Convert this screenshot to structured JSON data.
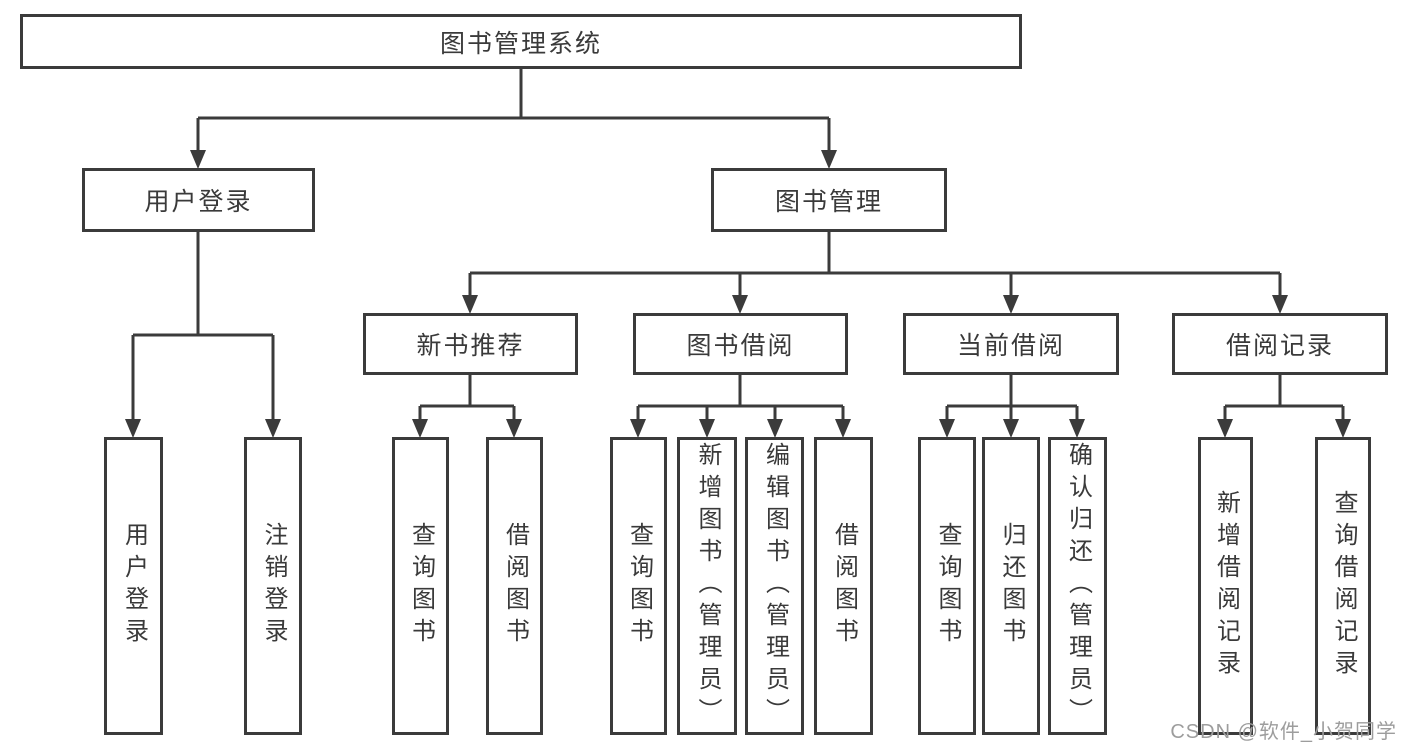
{
  "colors": {
    "background": "#ffffff",
    "line": "#3b3b3b",
    "text": "#3a3a3a",
    "watermark": "#9d9d9d"
  },
  "root": {
    "label": "图书管理系统"
  },
  "level2": [
    {
      "label": "用户登录"
    },
    {
      "label": "图书管理"
    }
  ],
  "level3": [
    {
      "label": "新书推荐"
    },
    {
      "label": "图书借阅"
    },
    {
      "label": "当前借阅"
    },
    {
      "label": "借阅记录"
    }
  ],
  "leaves": {
    "login": [
      "用户登录",
      "注销登录"
    ],
    "recommend": [
      "查询图书",
      "借阅图书"
    ],
    "borrow": [
      "查询图书",
      "新增图书（管理员）",
      "编辑图书（管理员）",
      "借阅图书"
    ],
    "current": [
      "查询图书",
      "归还图书",
      "确认归还（管理员）"
    ],
    "records": [
      "新增借阅记录",
      "查询借阅记录"
    ]
  },
  "watermark": "CSDN @软件_小贺同学"
}
